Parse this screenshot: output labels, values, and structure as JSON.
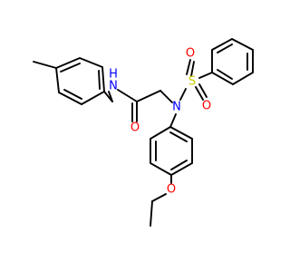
{
  "molecule": {
    "atoms": {
      "N1": {
        "label": "N",
        "color": "#0000ff"
      },
      "H1": {
        "label": "H",
        "color": "#0000ff"
      },
      "N2": {
        "label": "N",
        "color": "#0000ff"
      },
      "O1": {
        "label": "O",
        "color": "#ff0000"
      },
      "S1": {
        "label": "S",
        "color": "#cccc00"
      },
      "O2": {
        "label": "O",
        "color": "#ff0000"
      },
      "O3": {
        "label": "O",
        "color": "#ff0000"
      },
      "O4": {
        "label": "O",
        "color": "#ff0000"
      }
    }
  }
}
